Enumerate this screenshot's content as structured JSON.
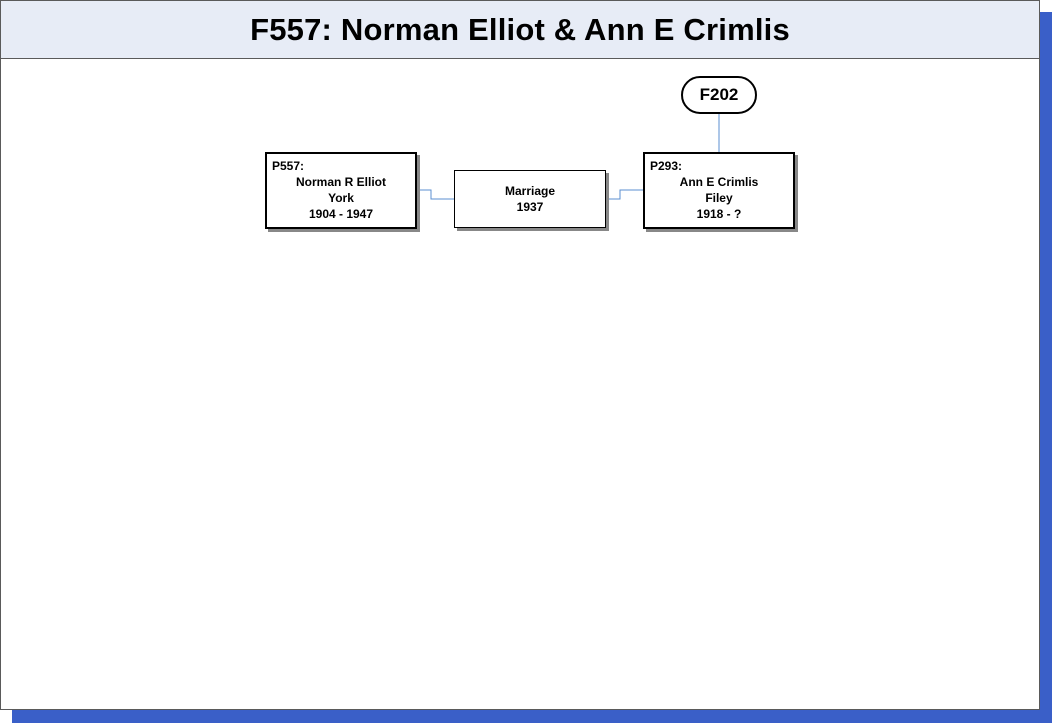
{
  "title": "F557: Norman Elliot & Ann E Crimlis",
  "parent_family": {
    "label": "F202"
  },
  "husband": {
    "id": "P557:",
    "name": "Norman R Elliot",
    "place": "York",
    "dates": "1904 - 1947"
  },
  "marriage": {
    "label": "Marriage",
    "year": "1937"
  },
  "wife": {
    "id": "P293:",
    "name": "Ann E Crimlis",
    "place": "Filey",
    "dates": "1918 - ?"
  },
  "colors": {
    "connector": "#5b8fd0",
    "header_bg": "#e7ecf6",
    "page_shadow": "#3a5fc8"
  }
}
